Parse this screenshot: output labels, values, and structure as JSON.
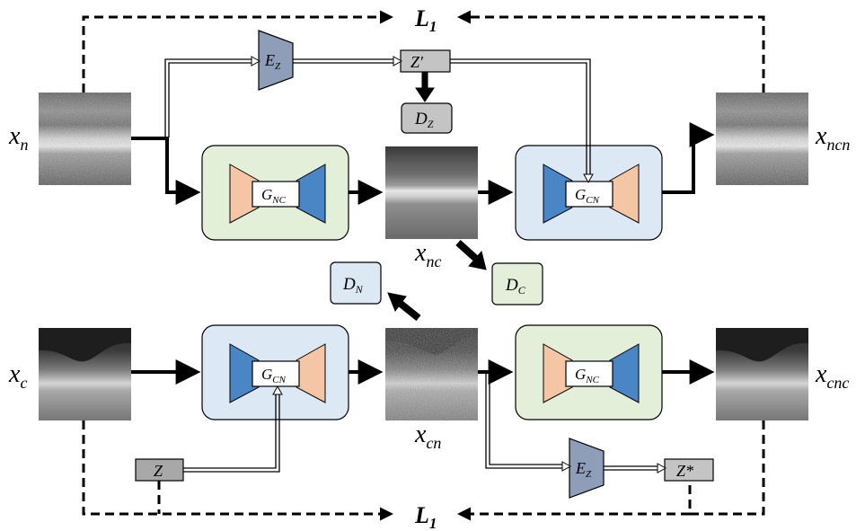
{
  "loss": {
    "base": "L",
    "sub": "1"
  },
  "images": {
    "x_n": {
      "base": "x",
      "sub": "n"
    },
    "x_ncn": {
      "base": "x",
      "sub": "ncn"
    },
    "x_nc": {
      "base": "x",
      "sub": "nc"
    },
    "x_c": {
      "base": "x",
      "sub": "c"
    },
    "x_cn": {
      "base": "x",
      "sub": "cn"
    },
    "x_cnc": {
      "base": "x",
      "sub": "cnc"
    }
  },
  "generators": {
    "g_nc": {
      "base": "G",
      "sub": "NC"
    },
    "g_cn": {
      "base": "G",
      "sub": "CN"
    }
  },
  "encoders": {
    "e_z": {
      "base": "E",
      "sub": "Z"
    }
  },
  "discriminators": {
    "d_z": {
      "base": "D",
      "sub": "Z"
    },
    "d_n": {
      "base": "D",
      "sub": "N"
    },
    "d_c": {
      "base": "D",
      "sub": "C"
    }
  },
  "latents": {
    "z_prime": "Z′",
    "z": "Z",
    "z_star": "Z*"
  },
  "colors": {
    "green_box": "#e3efd9",
    "blue_box": "#dde8f5",
    "orange_trap": "#f5c6a5",
    "blue_trap": "#4a86c6",
    "encoder": "#8e9db8",
    "gray_box": "#c4c4c4",
    "z_box": "#a8a8a8"
  }
}
